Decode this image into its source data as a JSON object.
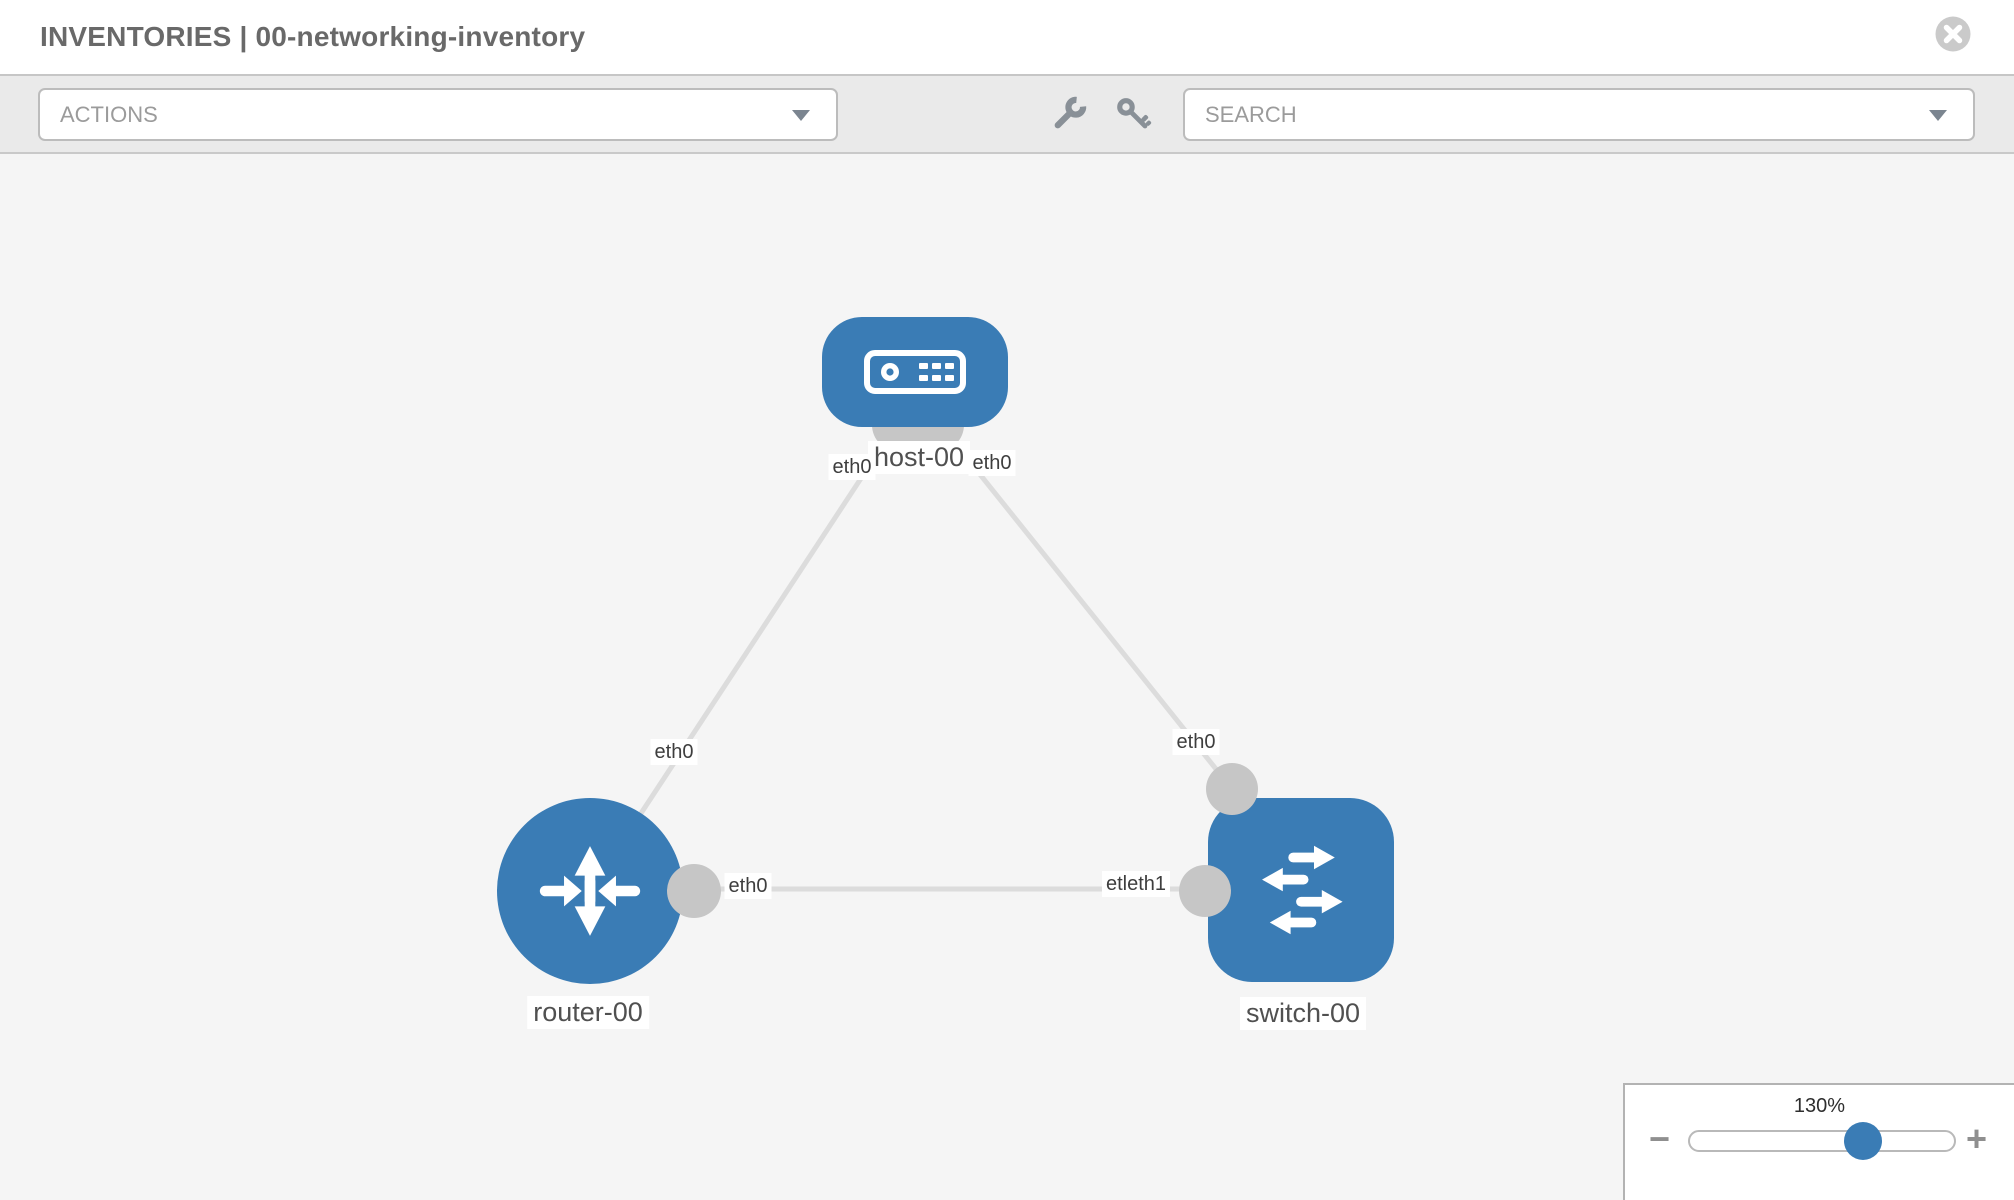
{
  "header": {
    "title": "INVENTORIES | 00-networking-inventory"
  },
  "toolbar": {
    "actions_label": "ACTIONS",
    "search_label": "SEARCH"
  },
  "topology": {
    "nodes": {
      "host": {
        "label": "host-00",
        "type": "host"
      },
      "router": {
        "label": "router-00",
        "type": "router"
      },
      "switch": {
        "label": "switch-00",
        "type": "switch"
      }
    },
    "interface_labels": {
      "host_router_host_end": "eth0",
      "host_router_router_end": "eth0",
      "host_switch_host_end": "eth0",
      "host_switch_switch_end": "eth0",
      "router_switch_router_end": "eth0",
      "router_switch_switch_end": "etleth1"
    }
  },
  "zoom_control": {
    "level_label": "130%",
    "minus_label": "−",
    "plus_label": "+"
  },
  "colors": {
    "node_blue": "#3a7cb5",
    "link_gray": "#dcdcdc",
    "connector_gray": "#c6c6c6",
    "canvas_bg": "#f5f5f5",
    "toolbar_bg": "#eaeaea"
  }
}
